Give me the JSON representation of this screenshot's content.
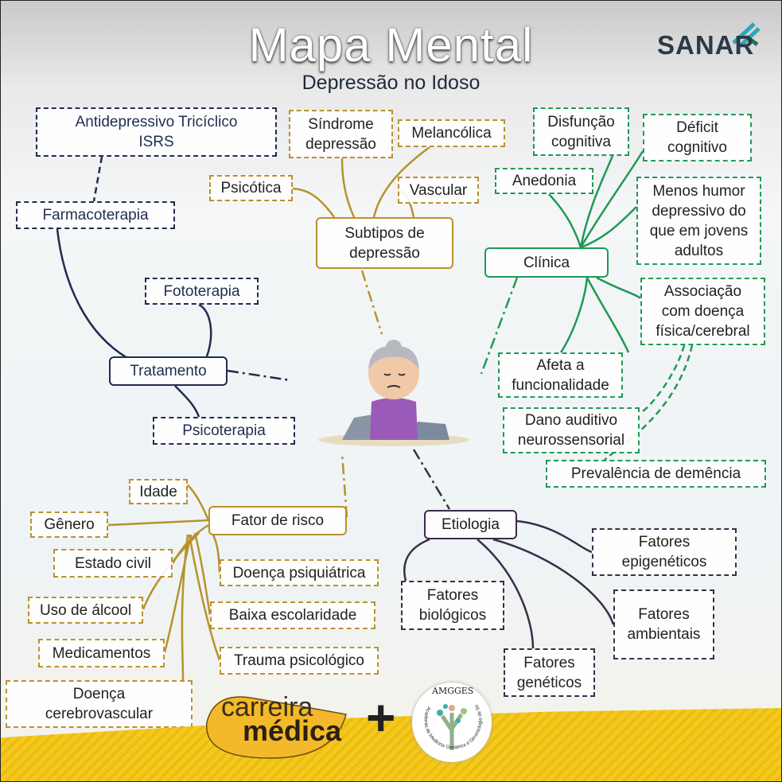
{
  "header": {
    "title": "Mapa Mental",
    "subtitle": "Depressão no Idoso",
    "brand": "SANAR"
  },
  "colors": {
    "tratamento": "#1f2d4e",
    "subtipos": "#b8922e",
    "clinica": "#1f9a55",
    "etiologia": "#3a2d4a"
  },
  "tratamento": {
    "root": "Tratamento",
    "farmacoterapia": "Farmacoterapia",
    "farmacos": "Antidepressivo Tricíclico\nISRS",
    "fototerapia": "Fototerapia",
    "psicoterapia": "Psicoterapia"
  },
  "subtipos": {
    "root": "Subtipos de\ndepressão",
    "items": [
      "Síndrome\ndepressão",
      "Melancólica",
      "Psicótica",
      "Vascular"
    ]
  },
  "clinica": {
    "root": "Clínica",
    "items": [
      "Disfunção\ncognitiva",
      "Déficit\ncognitivo",
      "Anedonia",
      "Menos humor\ndepressivo do\nque em jovens\nadultos",
      "Associação\ncom doença\nfísica/cerebral",
      "Afeta a\nfuncionalidade",
      "Dano auditivo\nneurossensorial",
      "Prevalência de demência"
    ]
  },
  "fator_risco": {
    "root": "Fator de risco",
    "items": [
      "Idade",
      "Gênero",
      "Estado civil",
      "Doença psiquiátrica",
      "Uso de álcool",
      "Baixa escolaridade",
      "Medicamentos",
      "Trauma psicológico",
      "Doença\ncerebrovascular"
    ]
  },
  "etiologia": {
    "root": "Etiologia",
    "items": [
      "Fatores\nepigenéticos",
      "Fatores\nbiológicos",
      "Fatores\nambientais",
      "Fatores\ngenéticos"
    ]
  },
  "footer": {
    "partner1_line1": "carreira",
    "partner1_line2": "médica",
    "plus": "+",
    "partner2": "AMGGES",
    "partner2_full": "Academia de Medicina Geriátrica e Gerontologia de Sobral"
  }
}
